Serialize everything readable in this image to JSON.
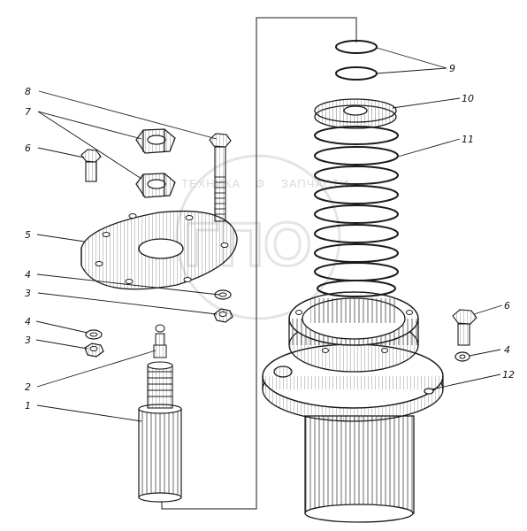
{
  "watermark": {
    "line1": "ТЕХНИКА",
    "line2": "ЗАПЧАСТИ",
    "logo": "ГПО"
  },
  "callouts": [
    {
      "id": "c1",
      "label": "1"
    },
    {
      "id": "c2",
      "label": "2"
    },
    {
      "id": "c3a",
      "label": "3"
    },
    {
      "id": "c3b",
      "label": "3"
    },
    {
      "id": "c4a",
      "label": "4"
    },
    {
      "id": "c4b",
      "label": "4"
    },
    {
      "id": "c4c",
      "label": "4"
    },
    {
      "id": "c5",
      "label": "5"
    },
    {
      "id": "c6a",
      "label": "6"
    },
    {
      "id": "c6b",
      "label": "6"
    },
    {
      "id": "c7",
      "label": "7"
    },
    {
      "id": "c8",
      "label": "8"
    },
    {
      "id": "c9",
      "label": "9"
    },
    {
      "id": "c10",
      "label": "10"
    },
    {
      "id": "c11",
      "label": "11"
    },
    {
      "id": "c12",
      "label": "12"
    }
  ],
  "colors": {
    "ink": "#1a1a1a",
    "hatch": "#555555",
    "watermark": "#c8c8c8"
  }
}
